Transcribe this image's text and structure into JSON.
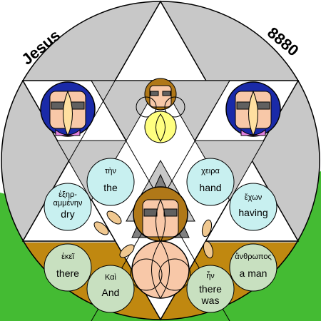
{
  "corner_labels": {
    "left": "Jesus",
    "right": "8880"
  },
  "colors": {
    "sky": "#ffffff",
    "grass": "#44bb33",
    "disc_gray": "#c8c8c8",
    "ground": "#c08810",
    "word_cyan": "#c8f0f0",
    "word_green": "#c8e0c0",
    "face_skin": "#f8c8a8",
    "hair_blue": "#1a2aa8",
    "hair_brown": "#b07818",
    "halo_yellow": "#ffff80",
    "collar_pink": "#e080e0",
    "dark_triangle": "#808080"
  },
  "words": [
    {
      "greek": "τὴν",
      "english": "the"
    },
    {
      "greek": "χειρα",
      "english": "hand"
    },
    {
      "greek": "ἐξηρ-",
      "greek2": "αμμένην",
      "english": "dry"
    },
    {
      "greek": "ἔχων",
      "english": "having"
    },
    {
      "greek": "ἐκεῖ",
      "english": "there"
    },
    {
      "greek": "ἄνθρωπος",
      "english": "a man"
    },
    {
      "greek": "Καὶ",
      "english": "And"
    },
    {
      "greek": "ἦν",
      "english": "there",
      "english2": "was"
    }
  ]
}
